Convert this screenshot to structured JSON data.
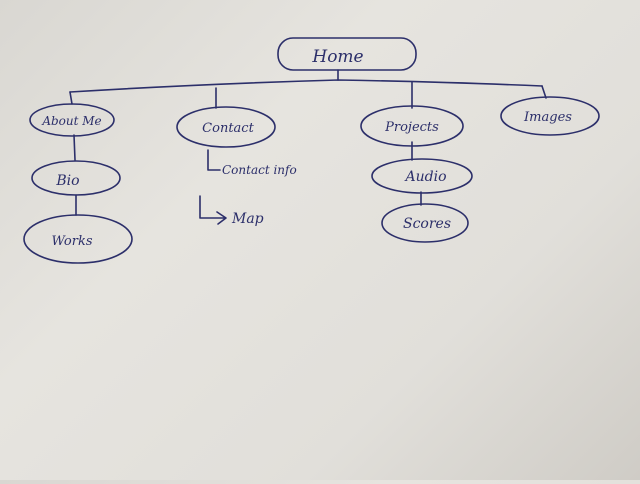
{
  "sitemap": {
    "root": "Home",
    "about": {
      "label": "About Me",
      "children": [
        "Bio",
        "Works"
      ]
    },
    "contact": {
      "label": "Contact",
      "children": [
        "Contact info",
        "Map"
      ]
    },
    "projects": {
      "label": "Projects",
      "children": [
        "Audio",
        "Scores"
      ]
    },
    "images": {
      "label": "Images"
    }
  },
  "colors": {
    "ink": "#2c2f6a",
    "paper": "#e3e1dc"
  }
}
